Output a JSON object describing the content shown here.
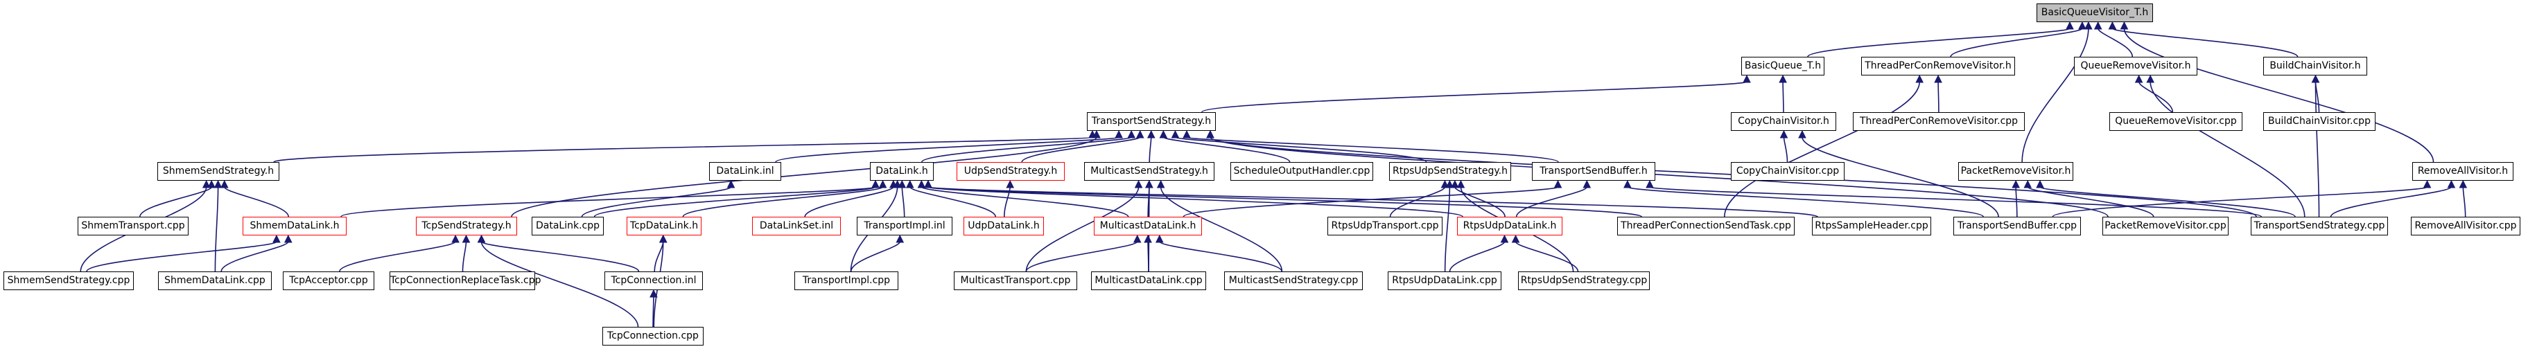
{
  "colors": {
    "edge": "#191970",
    "root_fill": "#bfbfbf",
    "missing_border": "#ff0000"
  },
  "nodes": {
    "BasicQueueVisitor_T_h": "BasicQueueVisitor_T.h",
    "BasicQueue_T_h": "BasicQueue_T.h",
    "ThreadPerConRemoveVisitor_h": "ThreadPerConRemoveVisitor.h",
    "QueueRemoveVisitor_h": "QueueRemoveVisitor.h",
    "BuildChainVisitor_h": "BuildChainVisitor.h",
    "TransportSendStrategy_h": "TransportSendStrategy.h",
    "CopyChainVisitor_h": "CopyChainVisitor.h",
    "ThreadPerConRemoveVisitor_cpp": "ThreadPerConRemoveVisitor.cpp",
    "QueueRemoveVisitor_cpp": "QueueRemoveVisitor.cpp",
    "BuildChainVisitor_cpp": "BuildChainVisitor.cpp",
    "CopyChainVisitor_cpp": "CopyChainVisitor.cpp",
    "ShmemSendStrategy_h": "ShmemSendStrategy.h",
    "DataLink_inl": "DataLink.inl",
    "DataLink_h": "DataLink.h",
    "UdpSendStrategy_h": "UdpSendStrategy.h",
    "MulticastSendStrategy_h": "MulticastSendStrategy.h",
    "ScheduleOutputHandler_cpp": "ScheduleOutputHandler.cpp",
    "RtpsUdpSendStrategy_h": "RtpsUdpSendStrategy.h",
    "TransportSendBuffer_h": "TransportSendBuffer.h",
    "PacketRemoveVisitor_h": "PacketRemoveVisitor.h",
    "RemoveAllVisitor_h": "RemoveAllVisitor.h",
    "ShmemTransport_cpp": "ShmemTransport.cpp",
    "ShmemDataLink_h": "ShmemDataLink.h",
    "TcpSendStrategy_h": "TcpSendStrategy.h",
    "DataLink_cpp": "DataLink.cpp",
    "TcpDataLink_h": "TcpDataLink.h",
    "DataLinkSet_inl": "DataLinkSet.inl",
    "TransportImpl_inl": "TransportImpl.inl",
    "UdpDataLink_h": "UdpDataLink.h",
    "MulticastDataLink_h": "MulticastDataLink.h",
    "RtpsUdpTransport_cpp": "RtpsUdpTransport.cpp",
    "RtpsUdpDataLink_h": "RtpsUdpDataLink.h",
    "ThreadPerConnectionSendTask_cpp": "ThreadPerConnectionSendTask.cpp",
    "RtpsSampleHeader_cpp": "RtpsSampleHeader.cpp",
    "TransportSendBuffer_cpp": "TransportSendBuffer.cpp",
    "PacketRemoveVisitor_cpp": "PacketRemoveVisitor.cpp",
    "TransportSendStrategy_cpp": "TransportSendStrategy.cpp",
    "RemoveAllVisitor_cpp": "RemoveAllVisitor.cpp",
    "ShmemSendStrategy_cpp": "ShmemSendStrategy.cpp",
    "ShmemDataLink_cpp": "ShmemDataLink.cpp",
    "TcpAcceptor_cpp": "TcpAcceptor.cpp",
    "TcpConnectionReplaceTask_cpp": "TcpConnectionReplaceTask.cpp",
    "TcpConnection_inl": "TcpConnection.inl",
    "TransportImpl_cpp": "TransportImpl.cpp",
    "MulticastTransport_cpp": "MulticastTransport.cpp",
    "MulticastDataLink_cpp": "MulticastDataLink.cpp",
    "MulticastSendStrategy_cpp": "MulticastSendStrategy.cpp",
    "RtpsUdpDataLink_cpp": "RtpsUdpDataLink.cpp",
    "RtpsUdpSendStrategy_cpp": "RtpsUdpSendStrategy.cpp",
    "TcpConnection_cpp": "TcpConnection.cpp"
  },
  "edges": [
    [
      "BasicQueue_T_h",
      "BasicQueueVisitor_T_h"
    ],
    [
      "ThreadPerConRemoveVisitor_h",
      "BasicQueueVisitor_T_h"
    ],
    [
      "QueueRemoveVisitor_h",
      "BasicQueueVisitor_T_h"
    ],
    [
      "BuildChainVisitor_h",
      "BasicQueueVisitor_T_h"
    ],
    [
      "PacketRemoveVisitor_h",
      "BasicQueueVisitor_T_h"
    ],
    [
      "RemoveAllVisitor_h",
      "BasicQueueVisitor_T_h"
    ],
    [
      "TransportSendStrategy_h",
      "BasicQueue_T_h"
    ],
    [
      "CopyChainVisitor_h",
      "BasicQueue_T_h"
    ],
    [
      "ThreadPerConRemoveVisitor_cpp",
      "ThreadPerConRemoveVisitor_h"
    ],
    [
      "ThreadPerConnectionSendTask_cpp",
      "ThreadPerConRemoveVisitor_h"
    ],
    [
      "QueueRemoveVisitor_cpp",
      "QueueRemoveVisitor_h"
    ],
    [
      "TransportSendStrategy_cpp",
      "QueueRemoveVisitor_h"
    ],
    [
      "BuildChainVisitor_cpp",
      "BuildChainVisitor_h"
    ],
    [
      "TransportSendStrategy_cpp",
      "BuildChainVisitor_h"
    ],
    [
      "CopyChainVisitor_cpp",
      "CopyChainVisitor_h"
    ],
    [
      "TransportSendBuffer_cpp",
      "CopyChainVisitor_h"
    ],
    [
      "ShmemSendStrategy_h",
      "TransportSendStrategy_h"
    ],
    [
      "DataLink_inl",
      "TransportSendStrategy_h"
    ],
    [
      "DataLink_h",
      "TransportSendStrategy_h"
    ],
    [
      "UdpSendStrategy_h",
      "TransportSendStrategy_h"
    ],
    [
      "MulticastSendStrategy_h",
      "TransportSendStrategy_h"
    ],
    [
      "ScheduleOutputHandler_cpp",
      "TransportSendStrategy_h"
    ],
    [
      "RtpsUdpSendStrategy_h",
      "TransportSendStrategy_h"
    ],
    [
      "TransportSendBuffer_h",
      "TransportSendStrategy_h"
    ],
    [
      "TcpSendStrategy_h",
      "TransportSendStrategy_h"
    ],
    [
      "TransportSendStrategy_cpp",
      "TransportSendStrategy_h"
    ],
    [
      "PacketRemoveVisitor_cpp",
      "TransportSendStrategy_h"
    ],
    [
      "ShmemTransport_cpp",
      "ShmemSendStrategy_h"
    ],
    [
      "ShmemDataLink_h",
      "ShmemSendStrategy_h"
    ],
    [
      "ShmemSendStrategy_cpp",
      "ShmemSendStrategy_h"
    ],
    [
      "ShmemDataLink_cpp",
      "ShmemSendStrategy_h"
    ],
    [
      "DataLink_cpp",
      "DataLink_inl"
    ],
    [
      "ShmemDataLink_h",
      "DataLink_h"
    ],
    [
      "TcpDataLink_h",
      "DataLink_h"
    ],
    [
      "DataLinkSet_inl",
      "DataLink_h"
    ],
    [
      "TransportImpl_inl",
      "DataLink_h"
    ],
    [
      "UdpDataLink_h",
      "DataLink_h"
    ],
    [
      "MulticastDataLink_h",
      "DataLink_h"
    ],
    [
      "RtpsUdpDataLink_h",
      "DataLink_h"
    ],
    [
      "DataLink_cpp",
      "DataLink_h"
    ],
    [
      "ThreadPerConnectionSendTask_cpp",
      "DataLink_h"
    ],
    [
      "RtpsSampleHeader_cpp",
      "DataLink_h"
    ],
    [
      "TransportImpl_cpp",
      "DataLink_h"
    ],
    [
      "UdpDataLink_h",
      "UdpSendStrategy_h"
    ],
    [
      "MulticastDataLink_h",
      "MulticastSendStrategy_h"
    ],
    [
      "MulticastTransport_cpp",
      "MulticastSendStrategy_h"
    ],
    [
      "MulticastDataLink_cpp",
      "MulticastSendStrategy_h"
    ],
    [
      "MulticastSendStrategy_cpp",
      "MulticastSendStrategy_h"
    ],
    [
      "RtpsUdpTransport_cpp",
      "RtpsUdpSendStrategy_h"
    ],
    [
      "RtpsUdpDataLink_h",
      "RtpsUdpSendStrategy_h"
    ],
    [
      "RtpsUdpDataLink_cpp",
      "RtpsUdpSendStrategy_h"
    ],
    [
      "RtpsUdpSendStrategy_cpp",
      "RtpsUdpSendStrategy_h"
    ],
    [
      "MulticastDataLink_h",
      "TransportSendBuffer_h"
    ],
    [
      "RtpsUdpDataLink_h",
      "TransportSendBuffer_h"
    ],
    [
      "TransportSendBuffer_cpp",
      "TransportSendBuffer_h"
    ],
    [
      "TransportSendStrategy_cpp",
      "TransportSendBuffer_h"
    ],
    [
      "TransportSendBuffer_cpp",
      "PacketRemoveVisitor_h"
    ],
    [
      "PacketRemoveVisitor_cpp",
      "PacketRemoveVisitor_h"
    ],
    [
      "TransportSendStrategy_cpp",
      "PacketRemoveVisitor_h"
    ],
    [
      "TransportSendBuffer_cpp",
      "RemoveAllVisitor_h"
    ],
    [
      "TransportSendStrategy_cpp",
      "RemoveAllVisitor_h"
    ],
    [
      "RemoveAllVisitor_cpp",
      "RemoveAllVisitor_h"
    ],
    [
      "ShmemSendStrategy_cpp",
      "ShmemDataLink_h"
    ],
    [
      "ShmemDataLink_cpp",
      "ShmemDataLink_h"
    ],
    [
      "TcpAcceptor_cpp",
      "TcpSendStrategy_h"
    ],
    [
      "TcpConnectionReplaceTask_cpp",
      "TcpSendStrategy_h"
    ],
    [
      "TcpConnection_inl",
      "TcpSendStrategy_h"
    ],
    [
      "TcpConnection_cpp",
      "TcpSendStrategy_h"
    ],
    [
      "TcpConnection_inl",
      "TcpDataLink_h"
    ],
    [
      "TcpConnection_cpp",
      "TcpDataLink_h"
    ],
    [
      "TransportImpl_cpp",
      "TransportImpl_inl"
    ],
    [
      "MulticastTransport_cpp",
      "MulticastDataLink_h"
    ],
    [
      "MulticastDataLink_cpp",
      "MulticastDataLink_h"
    ],
    [
      "MulticastSendStrategy_cpp",
      "MulticastDataLink_h"
    ],
    [
      "RtpsUdpDataLink_cpp",
      "RtpsUdpDataLink_h"
    ],
    [
      "RtpsUdpSendStrategy_cpp",
      "RtpsUdpDataLink_h"
    ],
    [
      "TcpConnection_cpp",
      "TcpConnection_inl"
    ]
  ]
}
